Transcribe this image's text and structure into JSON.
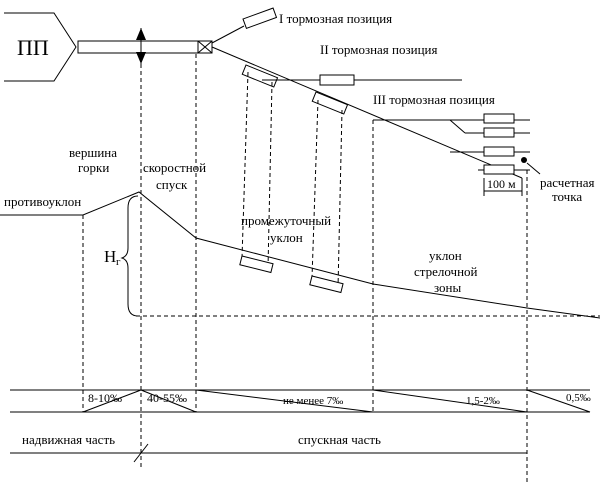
{
  "diagram": {
    "pp_label": "ПП",
    "labels": {
      "pos1": "I тормозная позиция",
      "pos2": "II тормозная позиция",
      "pos3": "III тормозная позиция",
      "calc_point_1": "расчетная",
      "calc_point_2": "точка",
      "dist": "100 м",
      "summit_1": "вершина",
      "summit_2": "горки",
      "fast_1": "скоростной",
      "fast_2": "спуск",
      "counter": "противоуклон",
      "mid_1": "промежуточный",
      "mid_2": "уклон",
      "switch_1": "уклон",
      "switch_2": "стрелочной",
      "switch_3": "зоны",
      "hg": "H",
      "hg_sub": "г"
    },
    "grades": [
      "8-10‰",
      "40-55‰",
      "не менее 7‰",
      "1,5-2‰",
      "0,5‰"
    ],
    "sections": {
      "push": "надвижная часть",
      "down": "спускная часть"
    }
  }
}
